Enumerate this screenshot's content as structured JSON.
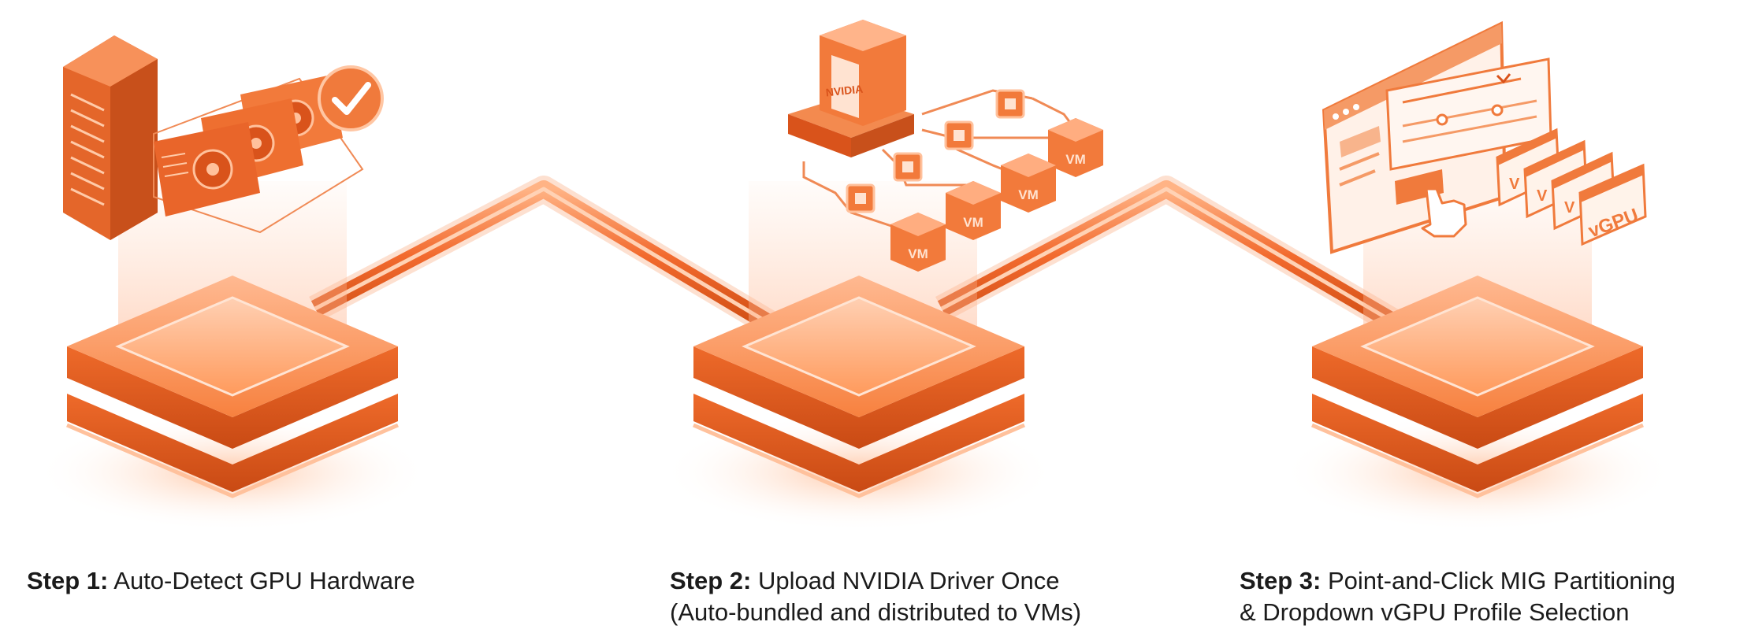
{
  "steps": [
    {
      "label": "Step 1:",
      "line1": "Auto-Detect GPU Hardware",
      "line2": ""
    },
    {
      "label": "Step 2:",
      "line1": "Upload NVIDIA Driver Once",
      "line2": "(Auto-bundled and distributed to VMs)"
    },
    {
      "label": "Step 3:",
      "line1": "Point-and-Click MIG Partitioning",
      "line2": "& Dropdown vGPU Profile Selection"
    }
  ],
  "icons": {
    "driver_box": "nvidia-driver-box-icon",
    "vm_label": "VM",
    "vgpu_label": "vGPU",
    "vgpu_partial_label_1": "V",
    "vgpu_partial_label_2": "V",
    "vgpu_partial_label_3": "V"
  },
  "colors": {
    "accent": "#f26a2e",
    "accent_dark": "#d9521b",
    "accent_light": "#ffd9c2",
    "glow": "#ffb48a"
  }
}
